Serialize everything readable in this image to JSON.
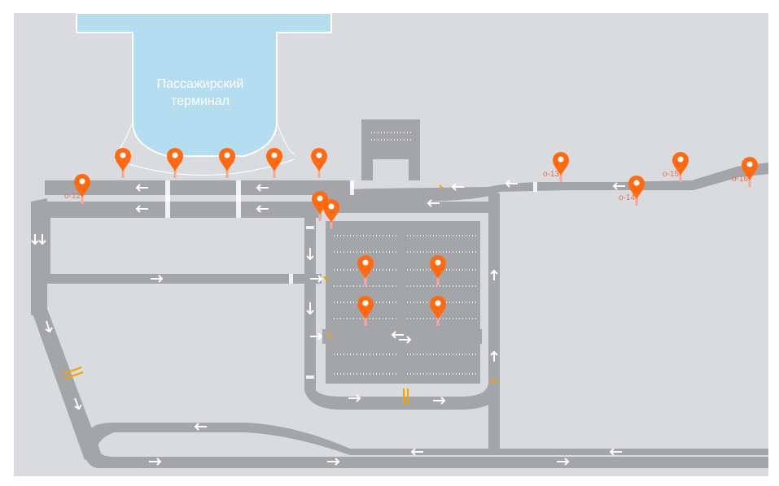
{
  "map": {
    "terminal": {
      "line1": "Пассажирский",
      "line2": "терминал"
    },
    "colors": {
      "background": "#d9dbde",
      "road": "#a3a5a8",
      "terminal_fill": "#b4def0",
      "terminal_stroke": "#ffffff",
      "marker": "#ff6a13",
      "marker_label": "#e0725a",
      "lane_mark": "#ffffff",
      "barrier": "#f4a300"
    },
    "markers": [
      {
        "id": "terminal-stop-1",
        "label": ""
      },
      {
        "id": "terminal-stop-2",
        "label": ""
      },
      {
        "id": "terminal-stop-3",
        "label": ""
      },
      {
        "id": "terminal-stop-4",
        "label": ""
      },
      {
        "id": "terminal-stop-5",
        "label": ""
      },
      {
        "id": "stop-o12",
        "label": "о-12"
      },
      {
        "id": "stop-o13",
        "label": "о-13"
      },
      {
        "id": "stop-o14",
        "label": "о-14"
      },
      {
        "id": "stop-o15",
        "label": "о-15"
      },
      {
        "id": "stop-o16",
        "label": "о-16"
      },
      {
        "id": "parking-entrance-1",
        "label": ""
      },
      {
        "id": "parking-entrance-2",
        "label": ""
      },
      {
        "id": "parking-1",
        "label": ""
      },
      {
        "id": "parking-2",
        "label": ""
      },
      {
        "id": "parking-3",
        "label": ""
      },
      {
        "id": "parking-4",
        "label": ""
      }
    ]
  }
}
